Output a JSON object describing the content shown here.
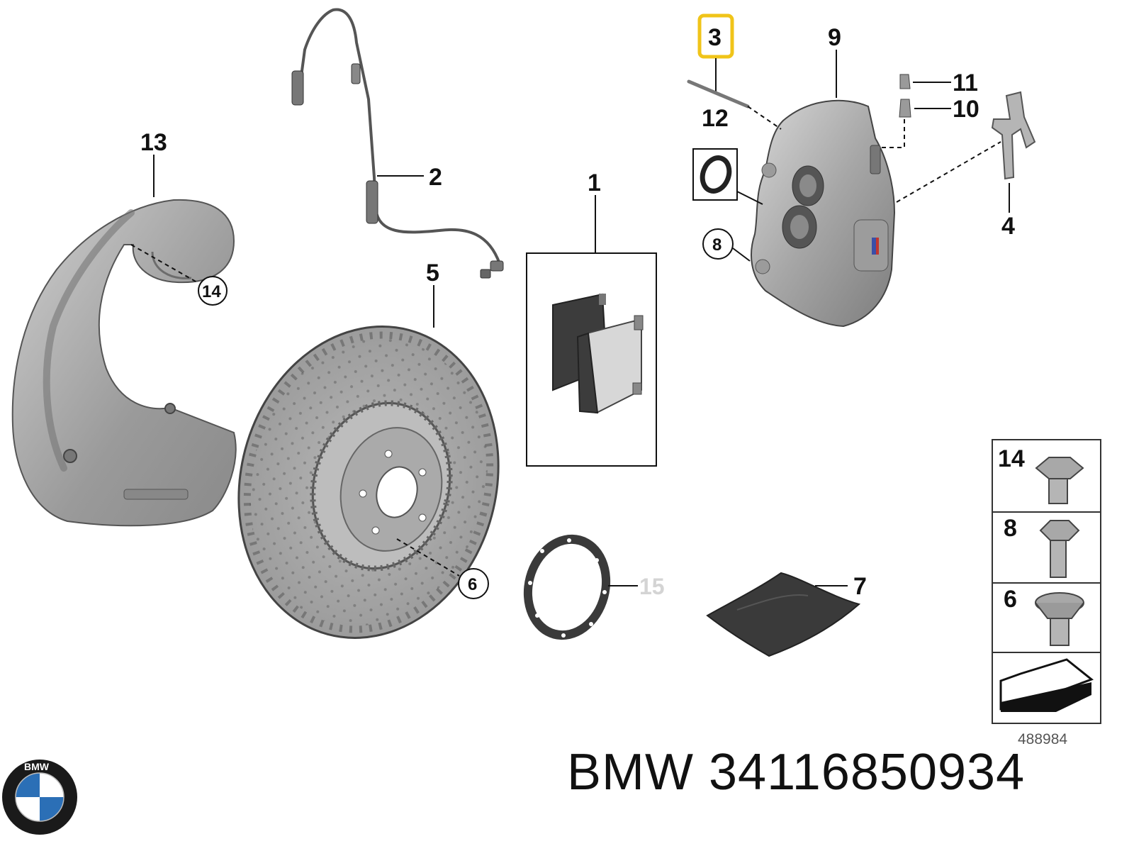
{
  "callouts": {
    "c1": "1",
    "c2": "2",
    "c3": "3",
    "c4": "4",
    "c5": "5",
    "c6": "6",
    "c7": "7",
    "c8": "8",
    "c9": "9",
    "c10": "10",
    "c11": "11",
    "c12": "12",
    "c13": "13",
    "c14": "14",
    "c15": "15"
  },
  "legend": {
    "item1": "14",
    "item2": "8",
    "item3": "6"
  },
  "drawing_number": "488984",
  "caption": {
    "brand": "BMW",
    "part_number": "34116850934"
  },
  "logo": {
    "text": "BMW",
    "colors": {
      "blue": "#2b6fb6",
      "white": "#ffffff",
      "ring": "#1a1a1a"
    }
  },
  "colors": {
    "highlight": "#f0c419",
    "part_fill": "#a9a9a9",
    "part_dark": "#3a3a3a"
  }
}
